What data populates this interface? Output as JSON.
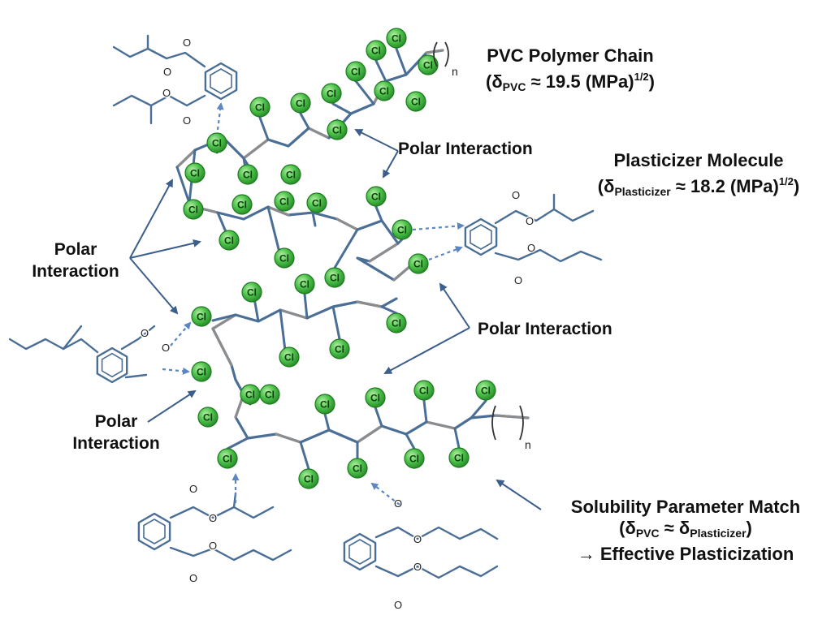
{
  "labels": {
    "pvc_chain": {
      "title": "PVC Polymer Chain",
      "open": "(δ",
      "sub": "PVC",
      "approx": " ≈ 19.5 (MPa)",
      "sup": "1/2",
      "close": ")"
    },
    "plasticizer": {
      "title": "Plasticizer Molecule",
      "open": "(δ",
      "sub": "Plasticizer",
      "approx": " ≈ 18.2 (MPa)",
      "sup": "1/2",
      "close": ")"
    },
    "polar_interaction": "Polar Interaction",
    "polar_interaction_top": "Polar Interaction",
    "polar_interaction_left_1": "Polar",
    "polar_interaction_left_2": "Interaction",
    "polar_interaction_bottom_1": "Polar",
    "polar_interaction_bottom_2": "Interaction",
    "solubility": {
      "line1": "Solubility Parameter Match",
      "open": "(δ",
      "sub1": "PVC",
      "approx": " ≈ δ",
      "sub2": "Plasticizer",
      "close": ")",
      "line3": "→ Effective Plasticization"
    }
  },
  "atoms": {
    "chlorine": "Cl",
    "oxygen": "O",
    "repeat": "n"
  },
  "colors": {
    "bond": "#4a6e96",
    "bond_gray": "#8c8c8c",
    "cl_fill": "#4cc24a",
    "cl_stroke": "#1f7a22",
    "arrow": "#3b5e8c",
    "dash": "#5b86c2",
    "text": "#111111"
  }
}
